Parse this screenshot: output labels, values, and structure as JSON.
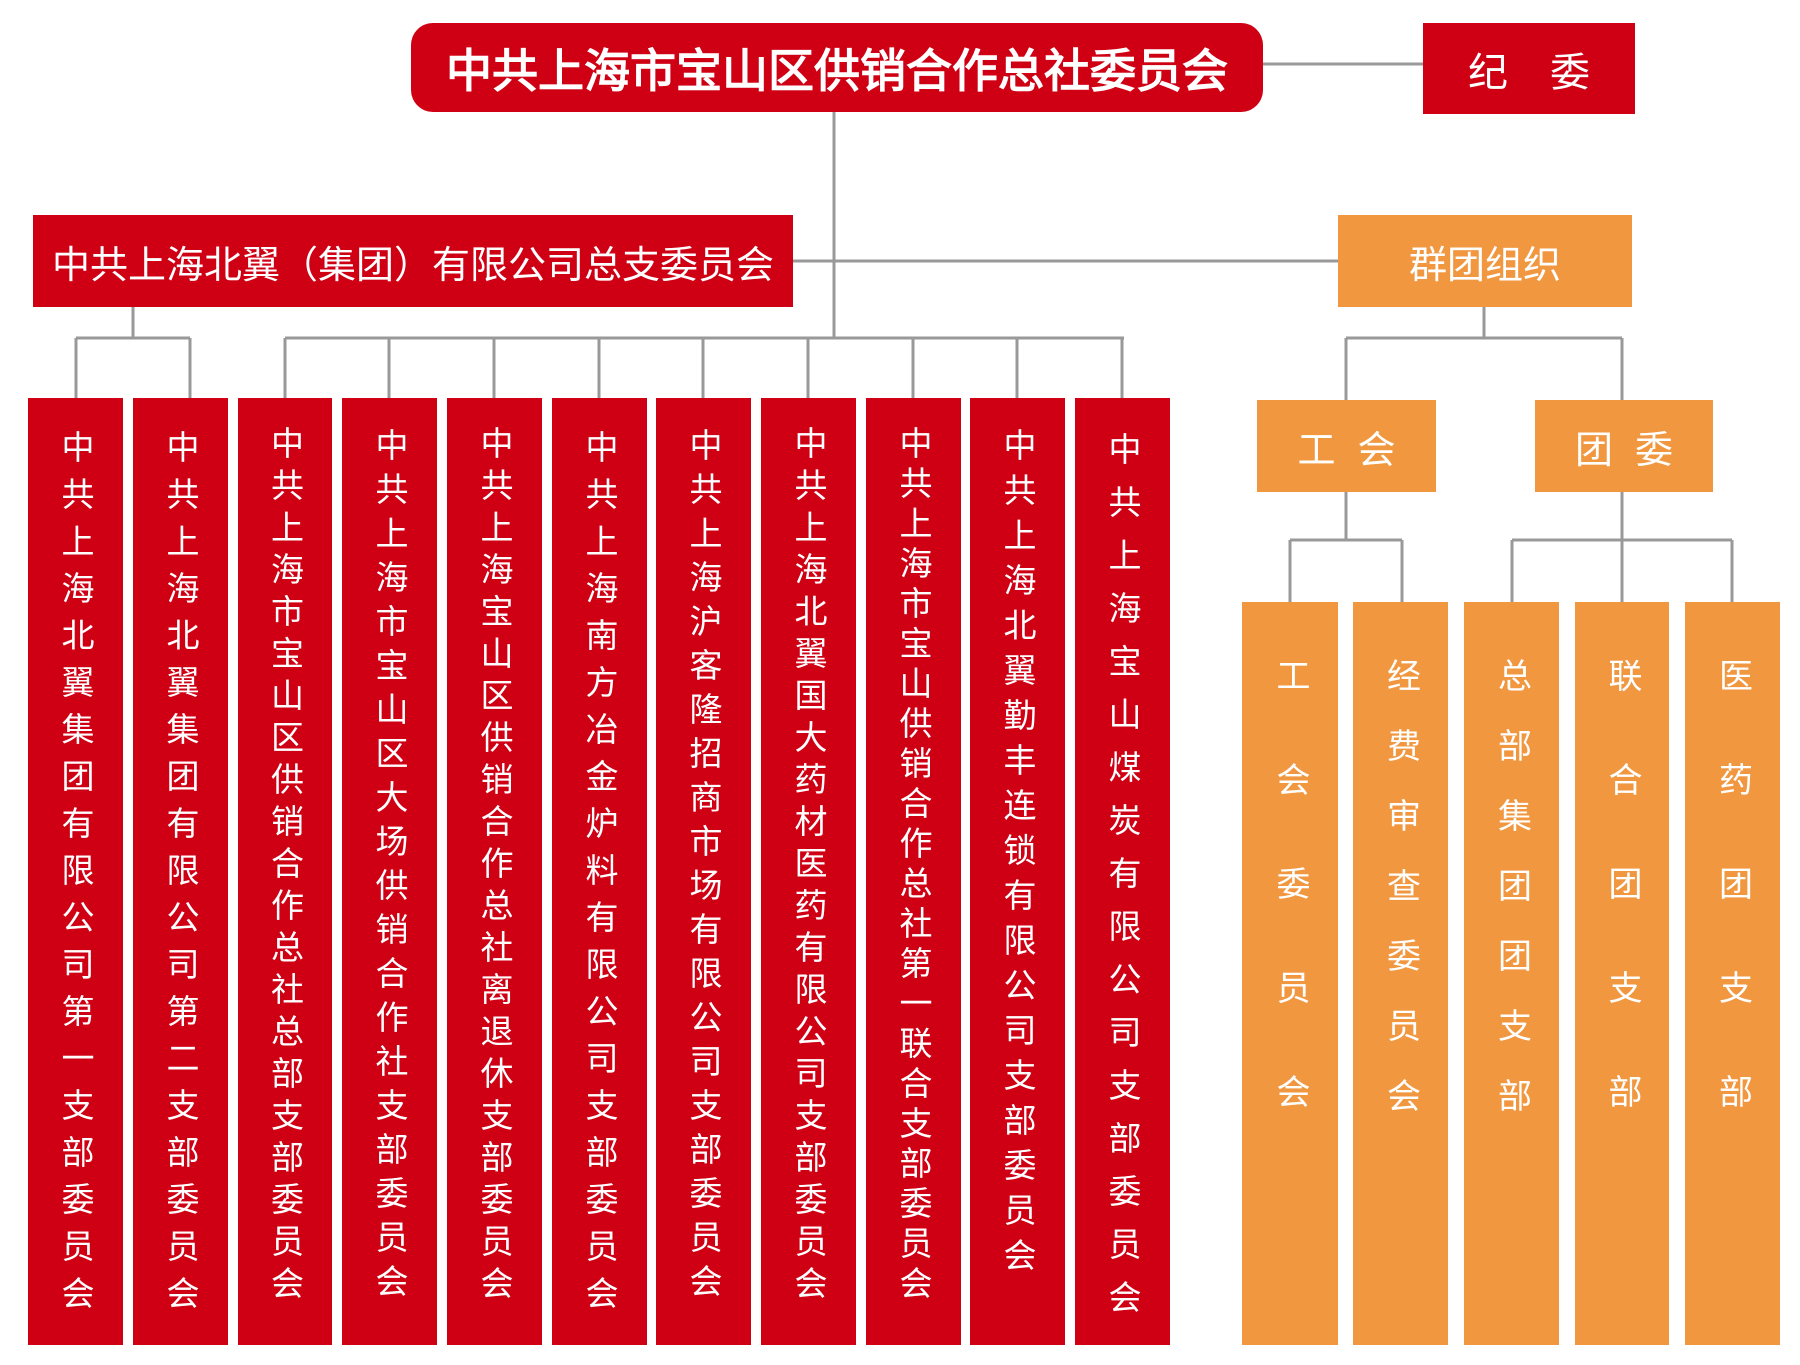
{
  "root": {
    "label": "中共上海市宝山区供销合作总社委员会"
  },
  "jiwei": {
    "label": "纪委"
  },
  "beiyi_branch": {
    "label": "中共上海北翼（集团）有限公司总支委员会"
  },
  "mass_orgs": {
    "label": "群团组织"
  },
  "party_branches": [
    "中共上海北翼集团有限公司第一支部委员会",
    "中共上海北翼集团有限公司第二支部委员会",
    "中共上海市宝山区供销合作总社总部支部委员会",
    "中共上海市宝山区大场供销合作社支部委员会",
    "中共上海宝山区供销合作总社离退休支部委员会",
    "中共上海南方冶金炉料有限公司支部委员会",
    "中共上海沪客隆招商市场有限公司支部委员会",
    "中共上海北翼国大药材医药有限公司支部委员会",
    "中共上海市宝山供销合作总社第一联合支部委员会",
    "中共上海北翼勤丰连锁有限公司支部委员会",
    "中共上海宝山煤炭有限公司支部委员会"
  ],
  "union": {
    "label": "工会"
  },
  "youth": {
    "label": "团委"
  },
  "union_children": [
    "工会委员会",
    "经费审查委员会"
  ],
  "youth_children": [
    "总部集团团支部",
    "联合团支部",
    "医药团支部"
  ],
  "colors": {
    "red": "#cf0014",
    "orange": "#f19740",
    "line": "#999999"
  }
}
